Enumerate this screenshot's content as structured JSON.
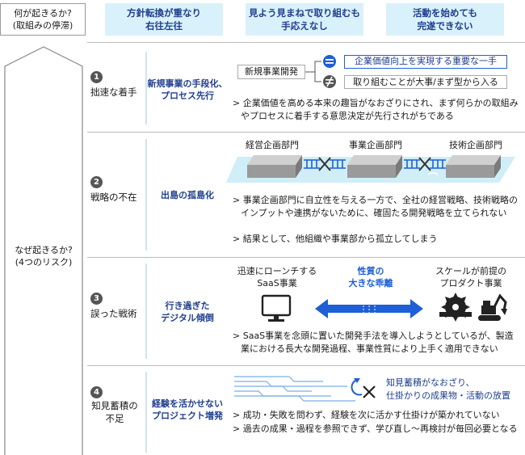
{
  "header": {
    "question_line1": "何が起きるか?",
    "question_line2": "(取組みの停滞)",
    "boxes": [
      {
        "line1": "方針転換が重なり",
        "line2": "右往左往"
      },
      {
        "line1": "見よう見まねで取り組むも",
        "line2": "手応えなし"
      },
      {
        "line1": "活動を始めても",
        "line2": "完遂できない"
      }
    ]
  },
  "why": {
    "line1": "なぜ起きるか?",
    "line2": "(4つのリスク)"
  },
  "risks": [
    {
      "num": "1",
      "label": "拙速な着手",
      "keyword_line1": "新規事業の手段化、",
      "keyword_line2": "プロセス先行",
      "diagram": {
        "left": "新規事業開発",
        "eq_text": "企業価値向上を実現する重要な一手",
        "neq_text": "取り組むことが大事/まず型から入る"
      },
      "bullets": [
        "企業価値を高める本来の趣旨がなおざりにされ、まず何らかの取組みやプロセスに着手する意思決定が先行されがちである"
      ]
    },
    {
      "num": "2",
      "label": "戦略の不在",
      "keyword_line1": "出島の孤島化",
      "keyword_line2": "",
      "diagram": {
        "dept1": "経営企画部門",
        "dept2": "事業企画部門",
        "dept3": "技術企画部門"
      },
      "bullets": [
        "事業企画部門に自立性を与える一方で、全社の経営戦略、技術戦略のインプットや連携がないために、確固たる開発戦略を立てられない",
        "結果として、他組織や事業部から孤立してしまう"
      ]
    },
    {
      "num": "3",
      "label": "誤った戦術",
      "keyword_line1": "行き過ぎた",
      "keyword_line2": "デジタル傾倒",
      "diagram": {
        "left_line1": "迅速にローンチする",
        "left_line2": "SaaS事業",
        "mid_line1": "性質の",
        "mid_line2": "大きな乖離",
        "right_line1": "スケールが前提の",
        "right_line2": "プロダクト事業"
      },
      "bullets": [
        "SaaS事業を念頭に置いた開発手法を導入しようとしているが、製造業における長大な開発過程、事業性質により上手く適用できない"
      ]
    },
    {
      "num": "4",
      "label_line1": "知見蓄積の",
      "label_line2": "不足",
      "keyword_line1": "経験を活かせない",
      "keyword_line2": "プロジェクト増発",
      "diagram": {
        "line1": "知見蓄積がなおざり、",
        "line2": "仕掛かりの成果物・活動の放置"
      },
      "bullets": [
        "成功・失敗を問わず、経験を次に活かす仕掛けが築かれていない",
        "過去の成果・過程を参照できず、学び直し〜再検討が毎回必要となる"
      ]
    }
  ],
  "colors": {
    "accent": "#1f3e8e",
    "header_bg": "#d9f1fb",
    "blue": "#1d5fd6"
  }
}
